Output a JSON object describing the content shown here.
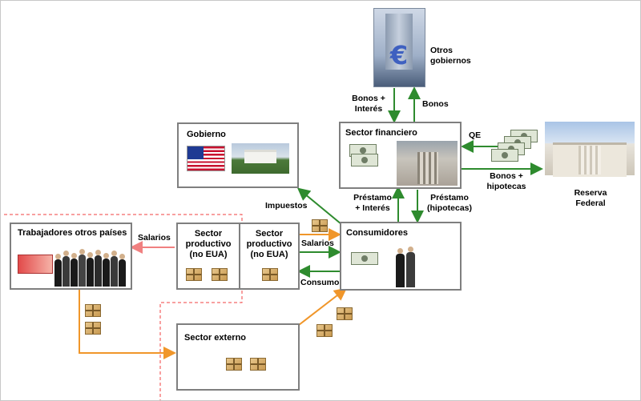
{
  "nodes": {
    "gobierno": "Gobierno",
    "sector_financiero": "Sector financiero",
    "otros_gobiernos": "Otros\ngobiernos",
    "reserva_federal": "Reserva\nFederal",
    "trabajadores": "Trabajadores otros países",
    "sector_productivo_no_eua_1": "Sector\nproductivo\n(no EUA)",
    "sector_productivo_no_eua_2": "Sector\nproductivo\n(no EUA)",
    "consumidores": "Consumidores",
    "sector_externo": "Sector externo"
  },
  "edges": {
    "bonos_interes": "Bonos +\nInterés",
    "bonos": "Bonos",
    "qe": "QE",
    "bonos_hipotecas": "Bonos +\nhipotecas",
    "prestamo_interes": "Préstamo\n+ Interés",
    "prestamo_hipotecas": "Préstamo\n(hipotecas)",
    "impuestos": "Impuestos",
    "salarios_1": "Salarios",
    "salarios_2": "Salarios",
    "consumo": "Consumo"
  },
  "colors": {
    "green_arrow": "#2e8b2e",
    "orange_arrow": "#f0962a",
    "pink_arrow": "#f08080",
    "dashed_border": "#f04040",
    "box_border": "#7f7f7f"
  }
}
